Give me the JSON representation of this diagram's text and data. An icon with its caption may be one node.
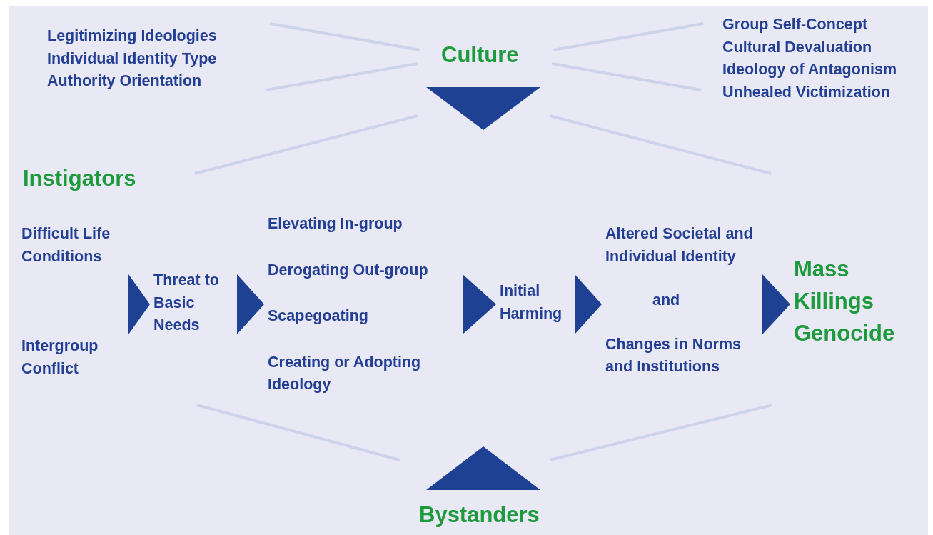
{
  "diagram": {
    "nodes": [
      {
        "text": [
          "Culture"
        ]
      },
      {
        "text": [
          "Instigators"
        ]
      },
      {
        "text": [
          "Difficult Life Conditions",
          "Intergroup Conflict"
        ]
      },
      {
        "text": [
          "Threat to Basic Needs"
        ]
      },
      {
        "text": [
          "Elevating In-group",
          "Derogating Out-group",
          "Scapegoating",
          "Creating or Adopting Ideology"
        ]
      },
      {
        "text": [
          "Initial Harming"
        ]
      },
      {
        "text": [
          "Altered Societal and Individual Identity",
          "and",
          "Changes in Norms and Institutions"
        ]
      },
      {
        "text": [
          "Mass Killings Genocide"
        ]
      },
      {
        "text": [
          "Bystanders"
        ]
      }
    ],
    "edges": [
      {
        "from": 2,
        "to": 3,
        "arrow": "to"
      },
      {
        "from": 3,
        "to": 4,
        "arrow": "to"
      },
      {
        "from": 4,
        "to": 5,
        "arrow": "to"
      },
      {
        "from": 5,
        "to": 6,
        "arrow": "to"
      },
      {
        "from": 6,
        "to": 7,
        "arrow": "to"
      }
    ],
    "labels": [
      "Legitimizing Ideologies",
      "Individual Identity Type",
      "Authority Orientation",
      "Group Self-Concept",
      "Cultural Devaluation",
      "Ideology of Antagonism",
      "Unhealed Victimization"
    ]
  }
}
